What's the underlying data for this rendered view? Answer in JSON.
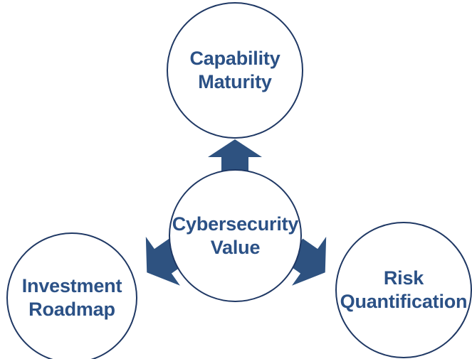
{
  "diagram": {
    "title": "Cybersecurity Value",
    "type": "hub-and-spoke",
    "colors": {
      "background": "#FFFFFF",
      "node_fill": "#FFFFFF",
      "node_border": "#1F3864",
      "text": "#2B5186",
      "arrow_fill": "#2E5280"
    },
    "center_node": {
      "id": "cybersecurity-value",
      "line1": "Cybersecurity",
      "line2": "Value"
    },
    "nodes": [
      {
        "id": "capability-maturity",
        "position": "top",
        "line1": "Capability",
        "line2": "Maturity"
      },
      {
        "id": "investment-roadmap",
        "position": "bottom-left",
        "line1": "Investment",
        "line2": "Roadmap"
      },
      {
        "id": "risk-quantification",
        "position": "bottom-right",
        "line1": "Risk",
        "line2": "Quantification"
      }
    ],
    "arrows": [
      {
        "id": "arrow-up",
        "direction": "up",
        "from": "cybersecurity-value",
        "to": "capability-maturity"
      },
      {
        "id": "arrow-left",
        "direction": "down-left",
        "from": "cybersecurity-value",
        "to": "investment-roadmap"
      },
      {
        "id": "arrow-right",
        "direction": "down-right",
        "from": "cybersecurity-value",
        "to": "risk-quantification"
      }
    ]
  }
}
